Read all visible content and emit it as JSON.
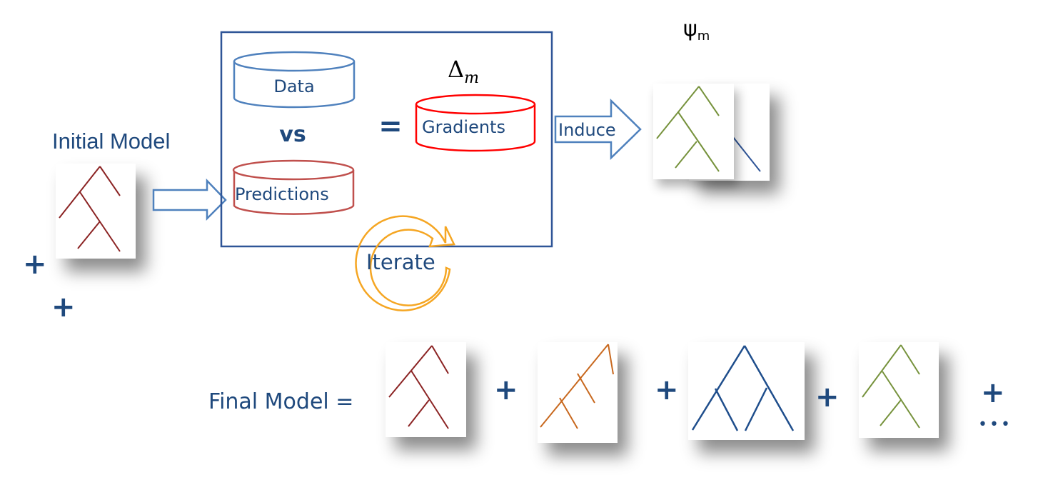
{
  "initial_model": {
    "title": "Initial Model",
    "tree_color": "#8b2323"
  },
  "process_box": {
    "data_label": "Data",
    "vs_label": "vs",
    "predictions_label": "Predictions",
    "equals_label": "=",
    "delta_label": "Δ",
    "delta_subscript": "m",
    "gradients_label": "Gradients",
    "iterate_label": "Iterate",
    "colors": {
      "data": "#4f81bd",
      "predictions": "#c0504d",
      "gradients": "#ff0000",
      "iterate": "#f5a623",
      "box": "#2f5597"
    }
  },
  "induce": {
    "label": "Induce",
    "psi_label": "ψ",
    "psi_subscript": "m",
    "front_tree_color": "#76923c",
    "back_tree_color": "#2f5597"
  },
  "final_model": {
    "label": "Final Model =",
    "plus": "+",
    "ellipsis": "•••",
    "trees": [
      {
        "name": "tree-red",
        "color": "#8b2323"
      },
      {
        "name": "tree-orange",
        "color": "#c8681e"
      },
      {
        "name": "tree-blue",
        "color": "#1f4e8c"
      },
      {
        "name": "tree-green",
        "color": "#76923c"
      }
    ]
  },
  "left_pluses": [
    "+",
    "+"
  ]
}
